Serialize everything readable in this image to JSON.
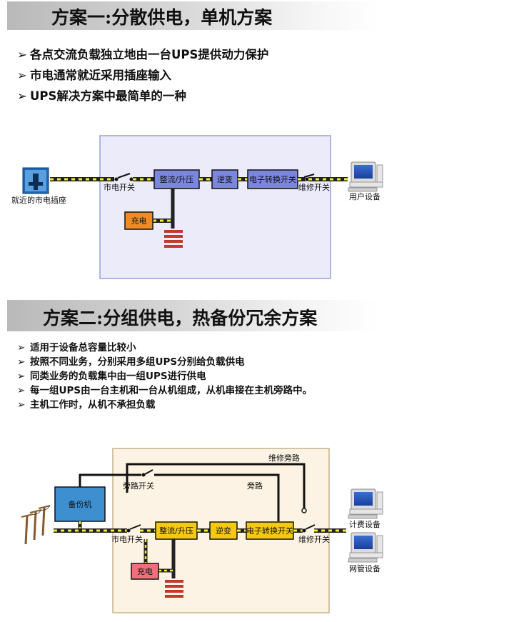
{
  "section1": {
    "title": "方案一:分散供电，单机方案",
    "bullets": [
      "各点交流负载独立地由一台UPS提供动力保护",
      "市电通常就近采用插座输入",
      "UPS解决方案中最简单的一种"
    ],
    "diagram": {
      "socket_label": "就近的市电插座",
      "mains_switch": "市电开关",
      "rectifier": "整流/升压",
      "inverter": "逆变",
      "transfer_switch": "电子转换开关",
      "maint_switch": "维修开关",
      "charger": "充电",
      "load_label": "用户设备"
    }
  },
  "section2": {
    "title": "方案二:分组供电，热备份冗余方案",
    "bullets": [
      "适用于设备总容量比较小",
      "按照不同业务，分别采用多组UPS分别给负载供电",
      "同类业务的负载集中由一组UPS进行供电",
      "每一组UPS由一台主机和一台从机组成，从机串接在主机旁路中。",
      "主机工作时，从机不承担负载"
    ],
    "diagram": {
      "backup": "备份机",
      "maint_bypass": "维修旁路",
      "bypass_switch": "旁路开关",
      "bypass": "旁路",
      "mains_switch": "市电开关",
      "rectifier": "整流/升压",
      "inverter": "逆变",
      "transfer_switch": "电子转换开关",
      "maint_switch": "维修开关",
      "charger": "充电",
      "load1": "计费设备",
      "load2": "网管设备"
    }
  }
}
